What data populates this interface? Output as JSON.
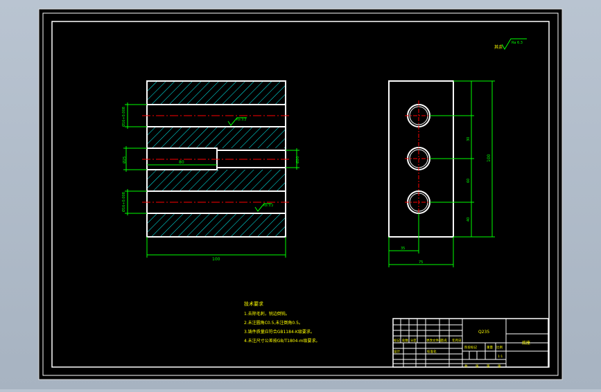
{
  "colors": {
    "background": "#000000",
    "frame": "#ffffff",
    "dimension": "#00ff00",
    "centerline": "#ff0000",
    "hatch": "#00ffff",
    "annotation": "#ffff00"
  },
  "drawing": {
    "roughness_general": "Ra 6.3",
    "front_view": {
      "tol_upper_hole": "Ø16+0.008",
      "tol_lower_hole": "Ø16+0.008",
      "roughness_upper": "Ra 3.2",
      "roughness_lower": "Ra 3.2",
      "left_bore_dia": "Ø25",
      "left_bore_depth": "80",
      "right_bore_dia": "Ø20",
      "overall_width": "100"
    },
    "side_view": {
      "dim_spacing_1": "30",
      "dim_spacing_2": "60",
      "dim_spacing_3": "40",
      "overall_height": "100",
      "dim_offset": "35",
      "overall_width": "75"
    }
  },
  "notes": {
    "title": "技术要求",
    "items": [
      "1.去除毛刺，锐边倒钝。",
      "2.未注圆角C0.5,未注倒角0.5。",
      "3.铸件质量应符合GB1184-K级要求。",
      "4.未注尺寸公差按GB/T1804-m级要求。"
    ]
  },
  "title_block": {
    "material": "Q235",
    "part_name": "底座",
    "scale": "1:1",
    "labels": [
      "标记",
      "处数",
      "分区",
      "更改文件号",
      "签名",
      "年月日"
    ],
    "design_label": "设计",
    "standard_label": "标准化",
    "stage_label": "阶段标记",
    "weight_label": "重量",
    "ratio_label": "比例",
    "sheet_labels": [
      "共",
      "张",
      "第",
      "张"
    ]
  }
}
